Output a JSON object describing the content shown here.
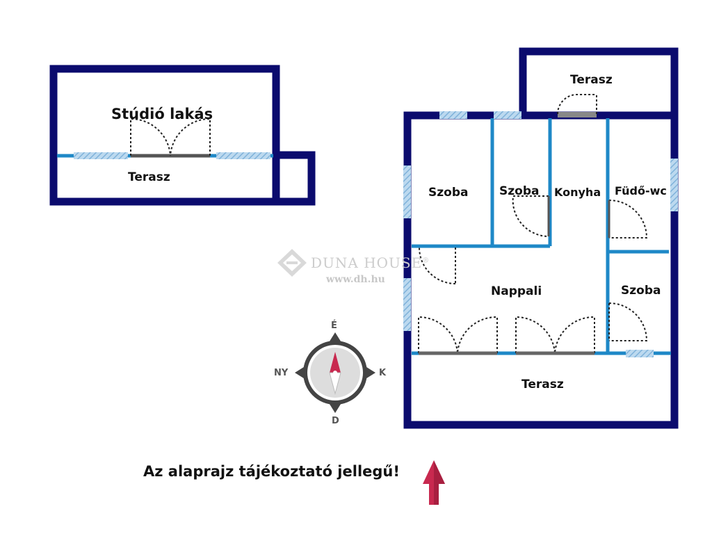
{
  "colors": {
    "wall": "#0b0b6e",
    "partition": "#1e88c7",
    "window": "#9dc6e6",
    "door_path": "#222222",
    "arrow": "#c8294f",
    "watermark": "#cccccc"
  },
  "studio": {
    "title": "Stúdió lakás",
    "terrace": "Terasz"
  },
  "main_unit": {
    "rooms": {
      "terrace_top": "Terasz",
      "room_1": "Szoba",
      "room_2": "Szoba",
      "kitchen": "Konyha",
      "bath_wc": "Füdő-wc",
      "living": "Nappali",
      "room_3": "Szoba",
      "terrace_bottom": "Terasz"
    }
  },
  "watermark": {
    "brand": "DUNA HOUSE",
    "registered": "®",
    "url": "www.dh.hu"
  },
  "compass": {
    "north": "É",
    "east": "K",
    "south": "D",
    "west": "NY"
  },
  "disclaimer": "Az alaprajz tájékoztató jellegű!"
}
